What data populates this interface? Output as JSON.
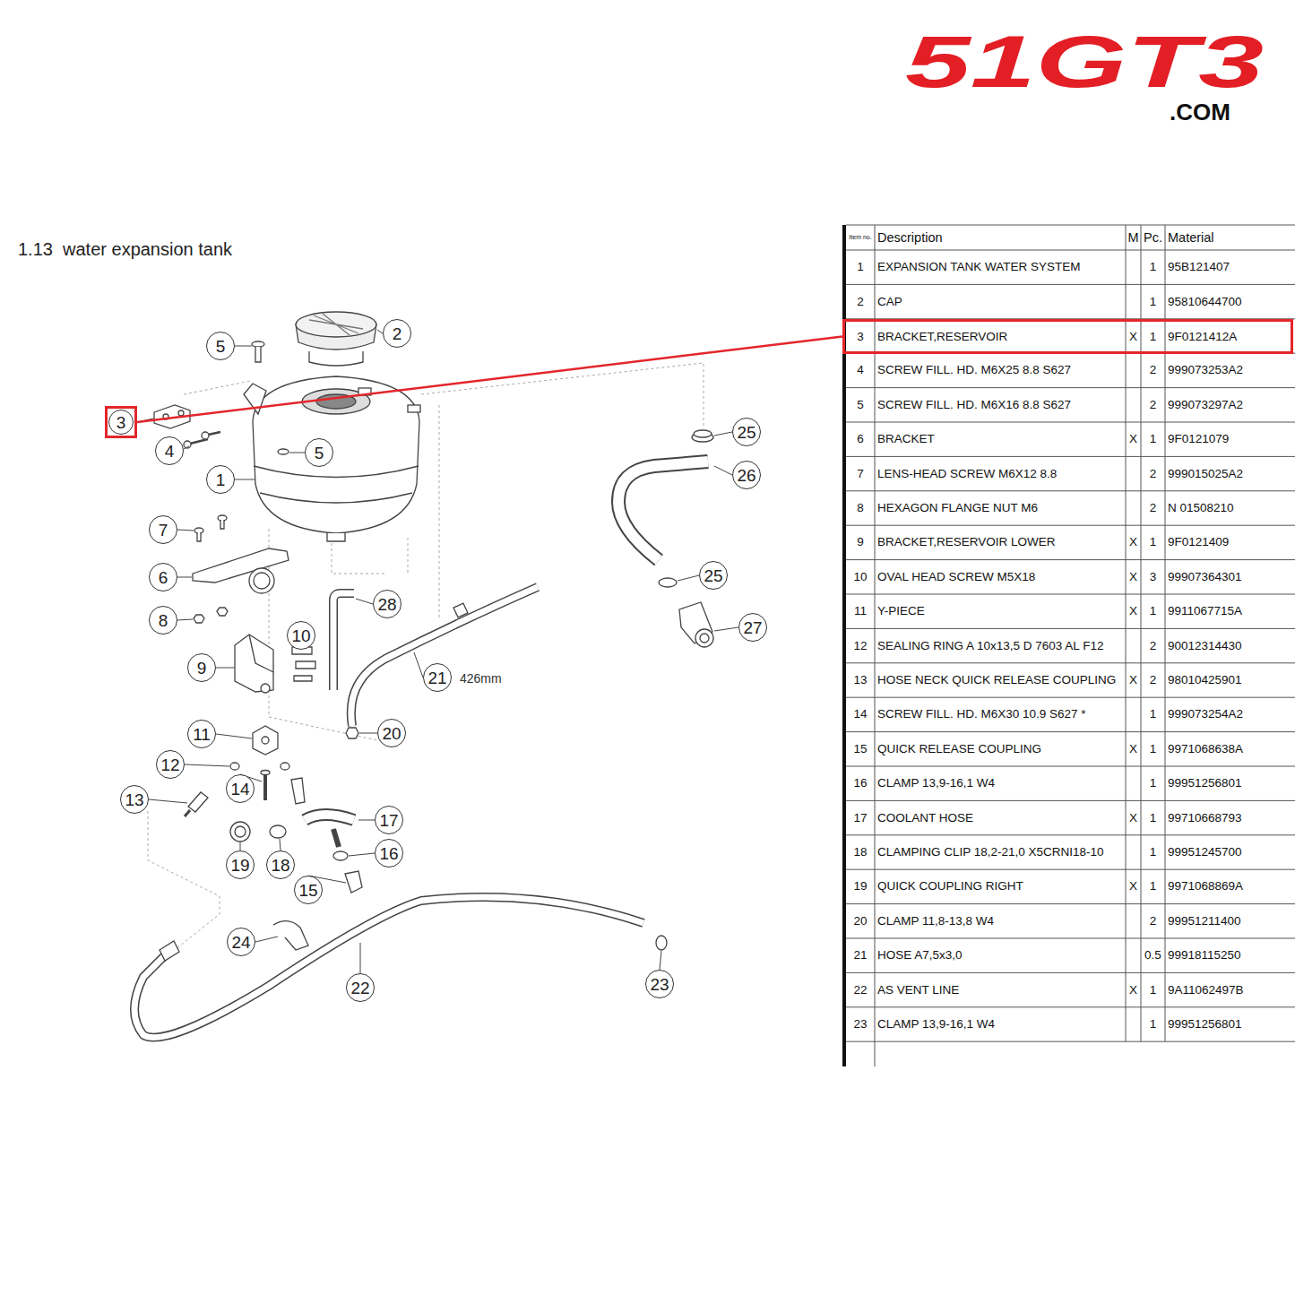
{
  "diagram": {
    "title": "1.13  water expansion tank",
    "nodes": [
      {
        "text": [
          "2"
        ]
      },
      {
        "text": [
          "5"
        ]
      },
      {
        "text": [
          "3"
        ]
      },
      {
        "text": [
          "25"
        ]
      },
      {
        "text": [
          "4"
        ]
      },
      {
        "text": [
          "5"
        ]
      },
      {
        "text": [
          "26"
        ]
      },
      {
        "text": [
          "1"
        ]
      },
      {
        "text": [
          "7"
        ]
      },
      {
        "text": [
          "6"
        ]
      },
      {
        "text": [
          "25"
        ]
      },
      {
        "text": [
          "28"
        ]
      },
      {
        "text": [
          "8"
        ]
      },
      {
        "text": [
          "27"
        ]
      },
      {
        "text": [
          "10"
        ]
      },
      {
        "text": [
          "9"
        ]
      },
      {
        "text": [
          "21"
        ]
      },
      {
        "text": [
          "20"
        ]
      },
      {
        "text": [
          "11"
        ]
      },
      {
        "text": [
          "12"
        ]
      },
      {
        "text": [
          "14"
        ]
      },
      {
        "text": [
          "13"
        ]
      },
      {
        "text": [
          "17"
        ]
      },
      {
        "text": [
          "16"
        ]
      },
      {
        "text": [
          "19"
        ]
      },
      {
        "text": [
          "18"
        ]
      },
      {
        "text": [
          "15"
        ]
      },
      {
        "text": [
          "24"
        ]
      },
      {
        "text": [
          "23"
        ]
      },
      {
        "text": [
          "22"
        ]
      },
      {
        "text": [
          "3",
          "BRACKET,RESERVOIR",
          "X",
          "1",
          "9F0121412A"
        ]
      }
    ],
    "edges": [
      {
        "from": 2,
        "to": 30,
        "arrow": "none"
      }
    ],
    "labels": [
      "Item no.",
      "Description",
      "M",
      "Pc.",
      "Material",
      "1",
      "EXPANSION TANK WATER SYSTEM",
      "1",
      "95B121407",
      "2",
      "CAP",
      "1",
      "95810644700",
      "4",
      "SCREW FILL. HD. M6X25 8.8 S627",
      "2",
      "999073253A2",
      "5",
      "SCREW FILL. HD. M6X16 8.8 S627",
      "2",
      "999073297A2",
      "6",
      "BRACKET",
      "X",
      "1",
      "9F0121079",
      "7",
      "LENS-HEAD SCREW M6X12 8.8",
      "2",
      "999015025A2",
      "8",
      "HEXAGON FLANGE NUT M6",
      "2",
      "N 01508210",
      "9",
      "BRACKET,RESERVOIR LOWER",
      "X",
      "1",
      "9F0121409",
      "10",
      "OVAL HEAD SCREW M5X18",
      "X",
      "3",
      "99907364301",
      "11",
      "Y-PIECE",
      "X",
      "1",
      "9911067715A",
      "12",
      "SEALING RING A 10x13,5 D 7603 AL F12",
      "2",
      "90012314430",
      "13",
      "HOSE NECK QUICK RELEASE COUPLING",
      "X",
      "2",
      "98010425901",
      "14",
      "SCREW FILL. HD. M6X30 10.9 S627 *",
      "1",
      "999073254A2",
      "15",
      "QUICK RELEASE COUPLING",
      "X",
      "1",
      "9971068638A",
      "16",
      "CLAMP 13,9-16,1 W4",
      "1",
      "99951256801",
      "17",
      "COOLANT HOSE",
      "X",
      "1",
      "99710668793",
      "18",
      "CLAMPING CLIP 18,2-21,0 X5CRNI18-10",
      "1",
      "99951245700",
      "19",
      "QUICK COUPLING RIGHT",
      "X",
      "1",
      "9971068869A",
      "20",
      "CLAMP 11,8-13,8 W4",
      "2",
      "99951211400",
      "21",
      "HOSE A7,5x3,0",
      "0.5",
      "99918115250",
      "22",
      "AS VENT LINE",
      "X",
      "1",
      "9A11062497B",
      "23",
      "CLAMP 13,9-16,1 W4",
      "1",
      "99951256801",
      "426mm",
      "51GT3",
      ".COM"
    ]
  }
}
